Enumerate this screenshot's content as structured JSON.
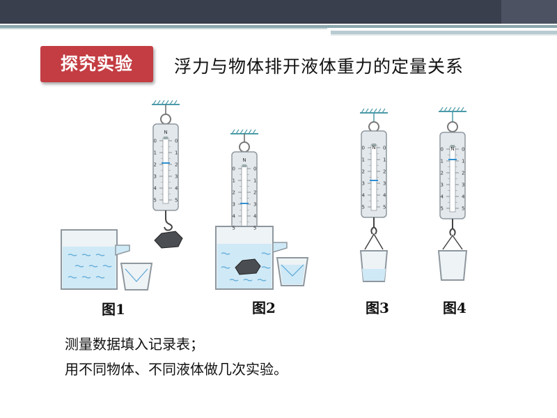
{
  "slide": {
    "badge": "探究实验",
    "title": "浮力与物体排开液体重力的定量关系",
    "figures": [
      {
        "label": "图1"
      },
      {
        "label": "图2"
      },
      {
        "label": "图3"
      },
      {
        "label": "图4"
      }
    ],
    "spring_scale": {
      "unit": "N",
      "scale_ticks": [
        "0",
        "1",
        "2",
        "3",
        "4",
        "5"
      ]
    },
    "lines": [
      "测量数据填入记录表；",
      "用不同物体、不同液体做几次实验。"
    ]
  },
  "colors": {
    "header_bar": "#3a3f4d",
    "badge": "#c33d43",
    "water": "#cfe9f6",
    "liquid_mark": "#5aa7d6"
  }
}
